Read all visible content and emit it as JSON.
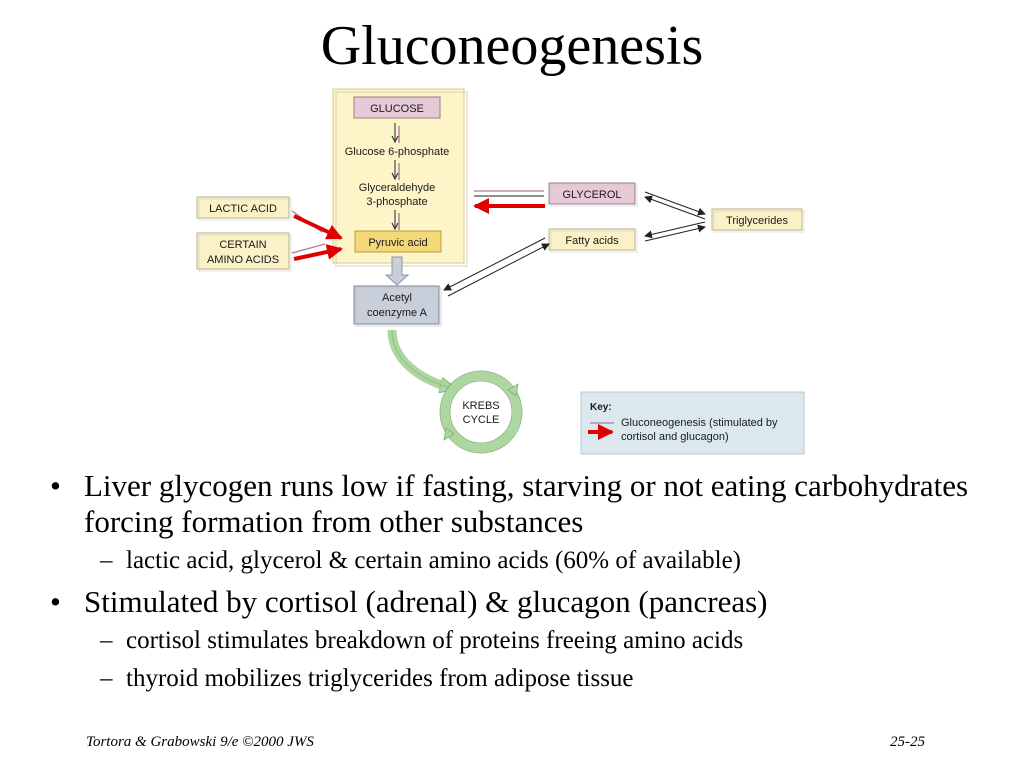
{
  "slide": {
    "title": "Gluconeogenesis",
    "bullets": [
      {
        "text": "Liver glycogen runs low if fasting, starving or not eating carbohydrates forcing formation from other substances",
        "subs": [
          "lactic acid, glycerol & certain amino acids (60% of available)"
        ]
      },
      {
        "text": "Stimulated by cortisol (adrenal) & glucagon (pancreas)",
        "subs": [
          "cortisol stimulates breakdown of proteins freeing amino acids",
          "thyroid mobilizes triglycerides from adipose tissue"
        ]
      }
    ],
    "footer_left": "Tortora & Grabowski 9/e ©2000 JWS",
    "footer_right": "25-25"
  },
  "diagram": {
    "glucose": "GLUCOSE",
    "glucose6p": "Glucose 6-phosphate",
    "gly3p_line1": "Glyceraldehyde",
    "gly3p_line2": "3-phosphate",
    "pyruvic": "Pyruvic acid",
    "lactic": "LACTIC ACID",
    "amino_line1": "CERTAIN",
    "amino_line2": "AMINO ACIDS",
    "glycerol": "GLYCEROL",
    "fatty": "Fatty acids",
    "triglycerides": "Triglycerides",
    "acetyl_line1": "Acetyl",
    "acetyl_line2": "coenzyme A",
    "krebs_line1": "KREBS",
    "krebs_line2": "CYCLE",
    "key_title": "Key:",
    "key_line1": "Gluconeogenesis (stimulated by",
    "key_line2": "cortisol and glucagon)"
  },
  "colors": {
    "liver_panel": "#fdf5c8",
    "glucose_box": "#e6cad8",
    "label_box": "#fbf1c6",
    "pyruvic_box": "#f5d87a",
    "acetyl_box": "#c8cfdb",
    "krebs": "#aed6a0",
    "key_box": "#dbe9ef",
    "red_arrow": "#e10000"
  }
}
